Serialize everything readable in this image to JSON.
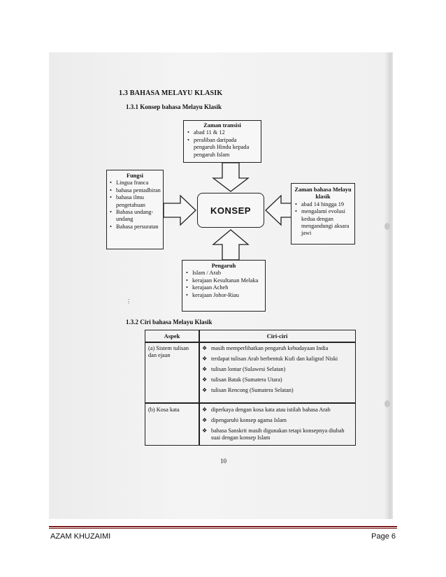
{
  "scan": {
    "section_title": "1.3 BAHASA MELAYU KLASIK",
    "subsection_1": "1.3.1 Konsep bahasa Melayu Klasik",
    "diagram": {
      "center": "KONSEP",
      "top": {
        "title": "Zaman transisi",
        "items": [
          "abad 11 & 12",
          "peraliban daripada pengaruh Hindu kepada pengaruh Islam"
        ]
      },
      "left": {
        "title": "Fungsi",
        "items": [
          "Lingua franca",
          "bahasa pentadbiran",
          "bahasa ilmu pengetahuan",
          "Bahasa undang-undang",
          "Bahasa persuratan"
        ]
      },
      "right": {
        "title": "Zaman bahasa Melayu klasik",
        "items": [
          "abad 14 hingga 19",
          "mengalami evolusi kedua dengan mengandungi aksara jawi"
        ]
      },
      "bottom": {
        "title": "Pengaruh",
        "items": [
          "Islam / Arab",
          "kerajaan Kesultanan Melaka",
          "kerajaan Acheh",
          "kerajaan Johor-Riau"
        ]
      }
    },
    "subsection_2": "1.3.2 Ciri bahasa Melayu Klasik",
    "table": {
      "headers": [
        "Aspek",
        "Ciri-ciri"
      ],
      "rows": [
        {
          "aspect": "(a) Sistem tulisan dan ejaan",
          "features": [
            "masih memperlihatkan pengaruh kebudayaan India",
            "terdapat tulisan Arab berbentuk Kufi dan kaligraf Niski",
            "tulisan lontar (Sulawesi Selatan)",
            "tulisan Batak (Sumatera Utara)",
            "tulisan Rencong (Sumatera Selatan)"
          ]
        },
        {
          "aspect": "(b) Kosa kata",
          "features": [
            "diperkaya dengan kosa kata atau istilah bahasa Arab",
            "dipengaruhi konsep agama Islam",
            "bahasa Sanskrit masih digunakan tetapi konsepnya diubah suai dengan konsep Islam"
          ]
        }
      ]
    },
    "page_number": "10"
  },
  "footer": {
    "author": "AZAM KHUZAIMI",
    "page": "Page 6",
    "accent_color": "#7a1a1a"
  }
}
